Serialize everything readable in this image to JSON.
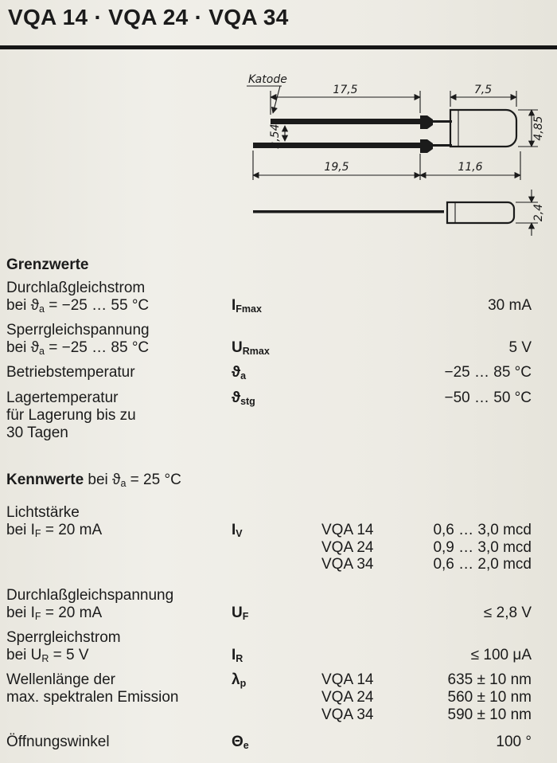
{
  "page": {
    "title": "VQA 14 · VQA 24 · VQA 34"
  },
  "drawing": {
    "katode": "Katode",
    "dim_top_lead": "17,5",
    "dim_body_top": "7,5",
    "dim_lead_pitch": "2,54",
    "dim_body_dia": "4,85",
    "dim_bottom_lead": "19,5",
    "dim_body_bottom": "11,6",
    "dim_side_height": "2,4"
  },
  "grenzwerte": {
    "heading": "Grenzwerte",
    "rows": [
      {
        "name": "Durchlaßgleichstrom",
        "cond_pre": "bei ϑ",
        "cond_sub": "a",
        "cond_post": " = −25 … 55 °C",
        "sym_base": "I",
        "sym_sub": "Fmax",
        "value": "30 mA"
      },
      {
        "name": "Sperrgleichspannung",
        "cond_pre": "bei ϑ",
        "cond_sub": "a",
        "cond_post": " = −25 … 85 °C",
        "sym_base": "U",
        "sym_sub": "Rmax",
        "value": "5 V"
      },
      {
        "name": "Betriebstemperatur",
        "sym_base": "ϑ",
        "sym_sub": "a",
        "value": "−25 … 85 °C"
      },
      {
        "name": "Lagertemperatur",
        "extra1": "für Lagerung bis zu",
        "extra2": "30 Tagen",
        "sym_base": "ϑ",
        "sym_sub": "stg",
        "value": "−50 … 50 °C"
      }
    ]
  },
  "kennwerte": {
    "heading_bold": "Kennwerte",
    "heading_pre": " bei ϑ",
    "heading_sub": "a",
    "heading_post": " = 25 °C",
    "rows": [
      {
        "name": "Lichtstärke",
        "cond_pre": "bei I",
        "cond_sub": "F",
        "cond_post": " = 20 mA",
        "sym_base": "I",
        "sym_sub": "V",
        "variants": [
          {
            "type": "VQA 14",
            "value": "0,6 … 3,0 mcd"
          },
          {
            "type": "VQA 24",
            "value": "0,9 … 3,0 mcd"
          },
          {
            "type": "VQA 34",
            "value": "0,6 … 2,0 mcd"
          }
        ]
      },
      {
        "name": "Durchlaßgleichspannung",
        "cond_pre": "bei I",
        "cond_sub": "F",
        "cond_post": " = 20 mA",
        "sym_base": "U",
        "sym_sub": "F",
        "value": "≤ 2,8 V"
      },
      {
        "name": "Sperrgleichstrom",
        "cond_pre": "bei U",
        "cond_sub": "R",
        "cond_post": " = 5 V",
        "sym_base": "I",
        "sym_sub": "R",
        "value": "≤ 100 μA"
      },
      {
        "name": "Wellenlänge der",
        "name2": "max. spektralen Emission",
        "sym_base": "λ",
        "sym_sub": "p",
        "variants": [
          {
            "type": "VQA 14",
            "value": "635 ± 10 nm"
          },
          {
            "type": "VQA 24",
            "value": "560 ± 10 nm"
          },
          {
            "type": "VQA 34",
            "value": "590 ± 10 nm"
          }
        ]
      },
      {
        "name": "Öffnungswinkel",
        "sym_base": "Θ",
        "sym_sub": "e",
        "value": "100 °"
      }
    ]
  }
}
